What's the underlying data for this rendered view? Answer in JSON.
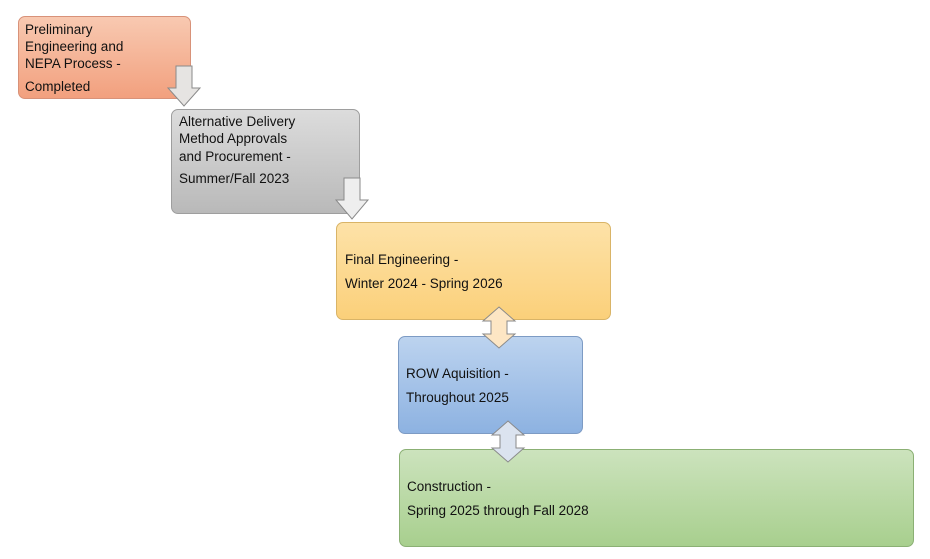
{
  "diagram": {
    "steps": [
      {
        "lines": [
          "Preliminary",
          "Engineering and",
          "NEPA Process -",
          "Completed"
        ],
        "color": "#f2a07e"
      },
      {
        "lines": [
          "Alternative Delivery",
          "Method Approvals",
          "and Procurement -",
          " Summer/Fall 2023"
        ],
        "color": "#b9b9b9"
      },
      {
        "lines": [
          "Final Engineering -",
          "Winter 2024 - Spring 2026"
        ],
        "color": "#fbd07a"
      },
      {
        "lines": [
          "ROW Aquisition -",
          " Throughout 2025"
        ],
        "color": "#8db2e1"
      },
      {
        "lines": [
          "Construction -",
          "Spring 2025 through Fall 2028"
        ],
        "color": "#a8cf8e"
      }
    ],
    "connectors": [
      {
        "from_step": 1,
        "to_step": 2,
        "kind": "down-arrow"
      },
      {
        "from_step": 2,
        "to_step": 3,
        "kind": "down-arrow"
      },
      {
        "from_step": 3,
        "to_step": 4,
        "kind": "double-arrow"
      },
      {
        "from_step": 4,
        "to_step": 5,
        "kind": "double-arrow"
      }
    ]
  }
}
